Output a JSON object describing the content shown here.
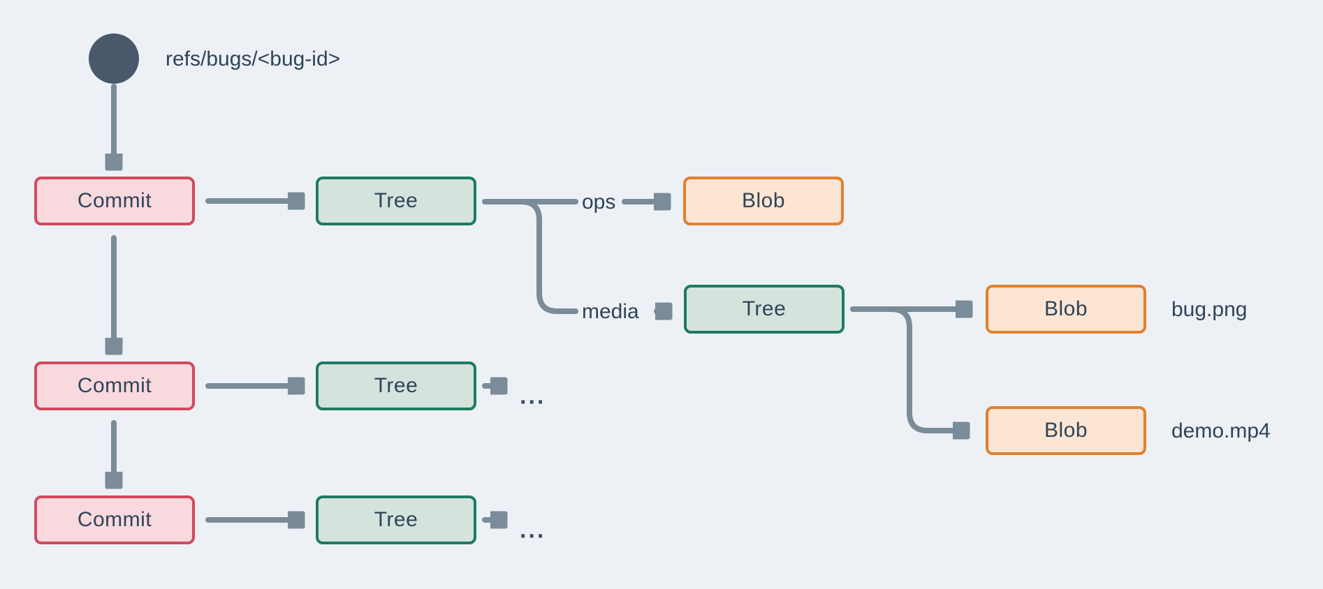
{
  "diagram": {
    "ref_label": "refs/bugs/<bug-id>",
    "nodes": {
      "commit1": {
        "label": "Commit"
      },
      "commit2": {
        "label": "Commit"
      },
      "commit3": {
        "label": "Commit"
      },
      "tree_root": {
        "label": "Tree"
      },
      "tree_media": {
        "label": "Tree"
      },
      "tree_row2": {
        "label": "Tree"
      },
      "tree_row3": {
        "label": "Tree"
      },
      "blob_ops": {
        "label": "Blob"
      },
      "blob_bug": {
        "label": "Blob"
      },
      "blob_demo": {
        "label": "Blob"
      }
    },
    "edge_labels": {
      "ops": "ops",
      "media": "media"
    },
    "file_labels": {
      "bug": "bug.png",
      "demo": "demo.mp4"
    },
    "more_row2": "...",
    "more_row3": "...",
    "colors": {
      "background": "#edf1f5",
      "arrow": "#7a8b99",
      "text": "#2f4458",
      "ref_node": "#47596a",
      "commit_fill": "#f8d9de",
      "commit_border": "#d04a5e",
      "tree_fill": "#d5e3dd",
      "tree_border": "#1e7a63",
      "blob_fill": "#fce5d2",
      "blob_border": "#e0802f"
    }
  }
}
